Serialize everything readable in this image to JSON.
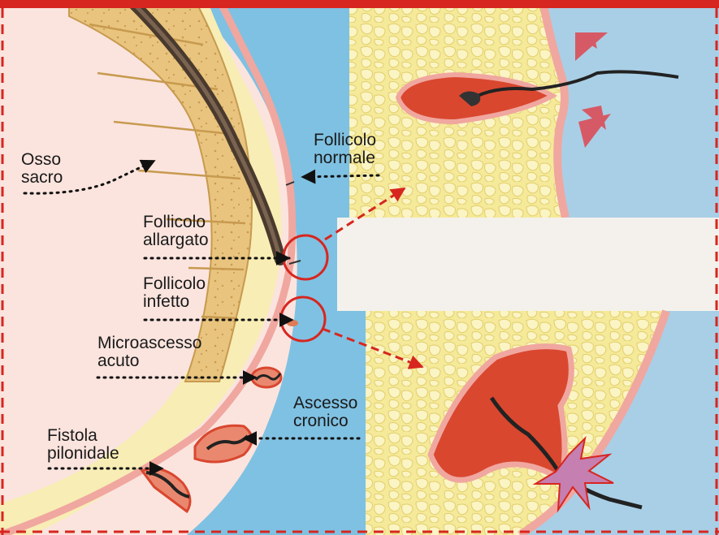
{
  "labels": {
    "osso_sacro": [
      "Osso",
      "sacro"
    ],
    "follicolo_normale": [
      "Follicolo",
      "normale"
    ],
    "follicolo_allargato": [
      "Follicolo",
      "allargato"
    ],
    "follicolo_infetto": [
      "Follicolo",
      "infetto"
    ],
    "microascesso_acuto": [
      "Microascesso",
      "acuto"
    ],
    "ascesso_cronico": [
      "Ascesso",
      "cronico"
    ],
    "fistola_pilonidale": [
      "Fistola",
      "pilonidale"
    ]
  },
  "colors": {
    "frame_red": "#d7261f",
    "skin_pink": "#f6cfc8",
    "fat_yellow": "#f5e99a",
    "bone_tan": "#e8c98a",
    "spine_dark": "#4a3a2e",
    "cleft_blue": "#6ab3da",
    "abscess_red": "#d9472f"
  }
}
